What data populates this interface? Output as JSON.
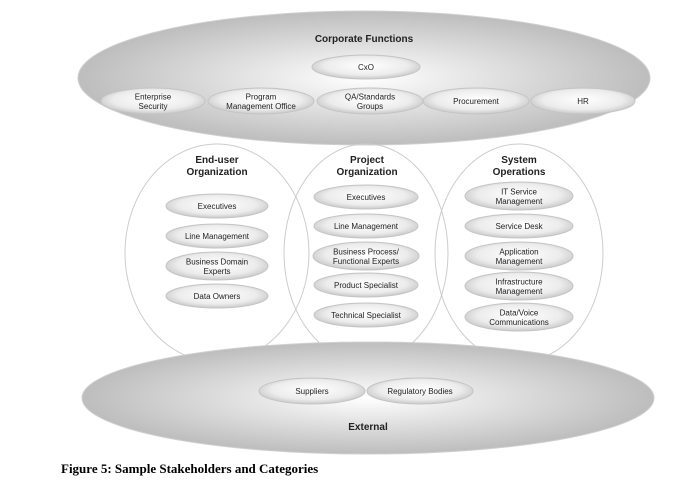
{
  "diagram": {
    "corporate": {
      "title": "Corporate Functions",
      "items": [
        {
          "lines": [
            "CxO"
          ]
        },
        {
          "lines": [
            "Enterprise",
            "Security"
          ]
        },
        {
          "lines": [
            "Program",
            "Management Office"
          ]
        },
        {
          "lines": [
            "QA/Standards",
            "Groups"
          ]
        },
        {
          "lines": [
            "Procurement"
          ]
        },
        {
          "lines": [
            "HR"
          ]
        }
      ]
    },
    "end_user": {
      "title_lines": [
        "End-user",
        "Organization"
      ],
      "items": [
        {
          "lines": [
            "Executives"
          ]
        },
        {
          "lines": [
            "Line Management"
          ]
        },
        {
          "lines": [
            "Business Domain",
            "Experts"
          ]
        },
        {
          "lines": [
            "Data Owners"
          ]
        }
      ]
    },
    "project": {
      "title_lines": [
        "Project",
        "Organization"
      ],
      "items": [
        {
          "lines": [
            "Executives"
          ]
        },
        {
          "lines": [
            "Line Management"
          ]
        },
        {
          "lines": [
            "Business Process/",
            "Functional Experts"
          ]
        },
        {
          "lines": [
            "Product Specialist"
          ]
        },
        {
          "lines": [
            "Technical Specialist"
          ]
        }
      ]
    },
    "system_ops": {
      "title_lines": [
        "System",
        "Operations"
      ],
      "items": [
        {
          "lines": [
            "IT Service",
            "Management"
          ]
        },
        {
          "lines": [
            "Service Desk"
          ]
        },
        {
          "lines": [
            "Application",
            "Management"
          ]
        },
        {
          "lines": [
            "Infrastructure",
            "Management"
          ]
        },
        {
          "lines": [
            "Data/Voice",
            "Communications"
          ]
        }
      ]
    },
    "external": {
      "title": "External",
      "items": [
        {
          "lines": [
            "Suppliers"
          ]
        },
        {
          "lines": [
            "Regulatory Bodies"
          ]
        }
      ]
    }
  },
  "caption": "Figure 5: Sample Stakeholders and Categories"
}
